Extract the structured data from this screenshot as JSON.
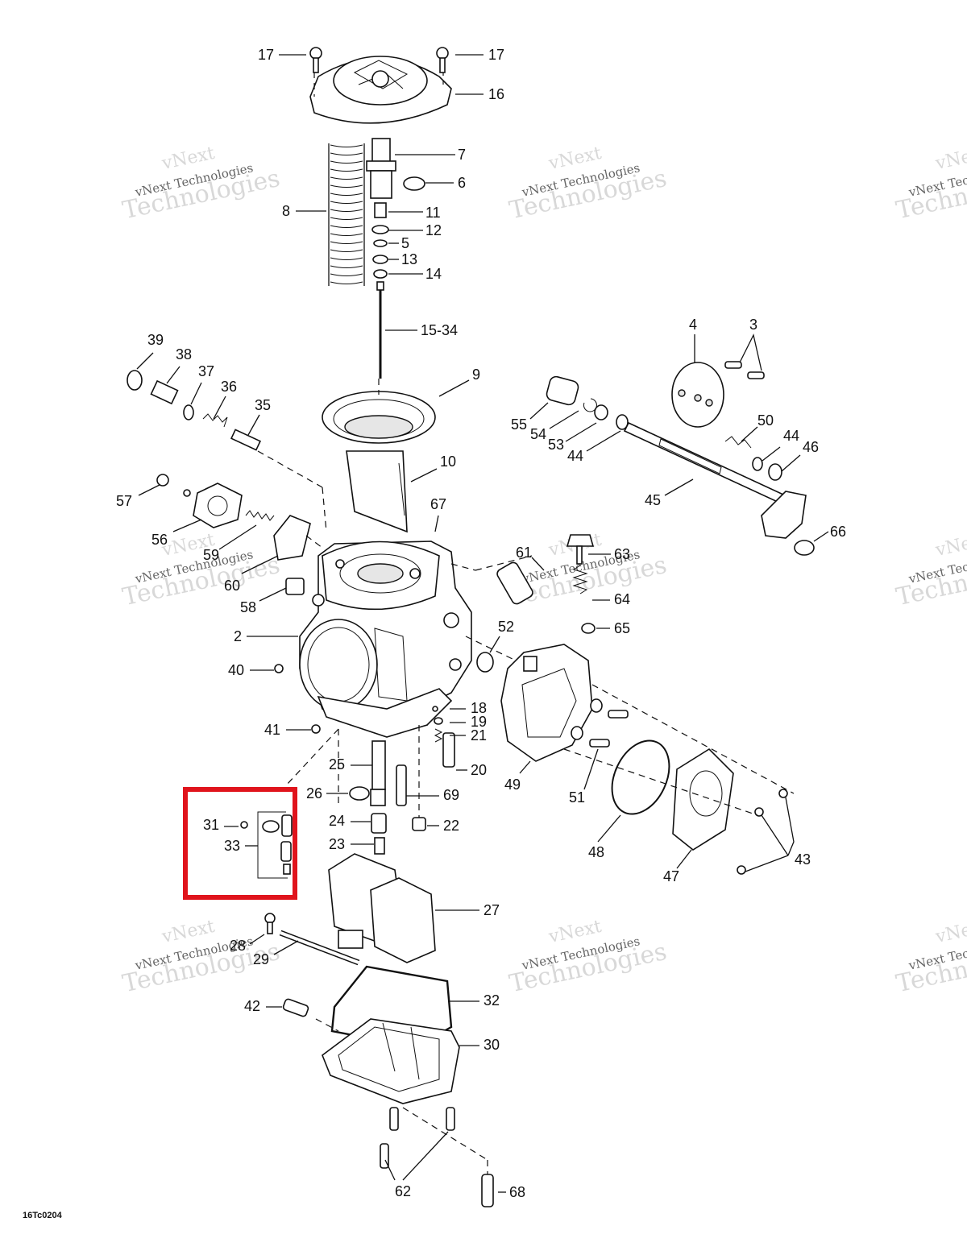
{
  "labels": [
    "17",
    "17",
    "16",
    "7",
    "6",
    "8",
    "11",
    "12",
    "5",
    "13",
    "14",
    "15-34",
    "9",
    "10",
    "39",
    "38",
    "37",
    "36",
    "35",
    "57",
    "56",
    "59",
    "60",
    "58",
    "67",
    "61",
    "63",
    "64",
    "65",
    "2",
    "52",
    "40",
    "41",
    "18",
    "19",
    "21",
    "20",
    "25",
    "26",
    "69",
    "22",
    "24",
    "23",
    "31",
    "33",
    "27",
    "28",
    "29",
    "42",
    "32",
    "30",
    "62",
    "68",
    "49",
    "51",
    "48",
    "47",
    "43",
    "4",
    "3",
    "55",
    "54",
    "53",
    "44",
    "50",
    "44",
    "46",
    "45",
    "66"
  ],
  "code": "16Tc0204",
  "watermark": {
    "line1": "vNext",
    "line2": "vNext Technologies",
    "line3": "Technologies"
  },
  "highlight_color": "#e0141c"
}
